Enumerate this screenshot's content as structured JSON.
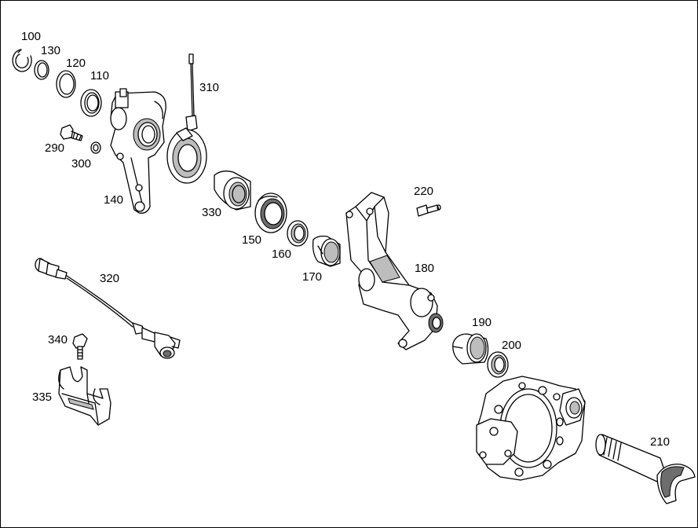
{
  "diagram": {
    "parts": [
      {
        "id": "p100",
        "label": "100"
      },
      {
        "id": "p130",
        "label": "130"
      },
      {
        "id": "p120",
        "label": "120"
      },
      {
        "id": "p110",
        "label": "110"
      },
      {
        "id": "p310",
        "label": "310"
      },
      {
        "id": "p290",
        "label": "290"
      },
      {
        "id": "p300",
        "label": "300"
      },
      {
        "id": "p140",
        "label": "140"
      },
      {
        "id": "p330",
        "label": "330"
      },
      {
        "id": "p220",
        "label": "220"
      },
      {
        "id": "p150",
        "label": "150"
      },
      {
        "id": "p160",
        "label": "160"
      },
      {
        "id": "p180",
        "label": "180"
      },
      {
        "id": "p170",
        "label": "170"
      },
      {
        "id": "p320",
        "label": "320"
      },
      {
        "id": "p190",
        "label": "190"
      },
      {
        "id": "p340",
        "label": "340"
      },
      {
        "id": "p200",
        "label": "200"
      },
      {
        "id": "p335",
        "label": "335"
      },
      {
        "id": "p210",
        "label": "210"
      }
    ]
  }
}
